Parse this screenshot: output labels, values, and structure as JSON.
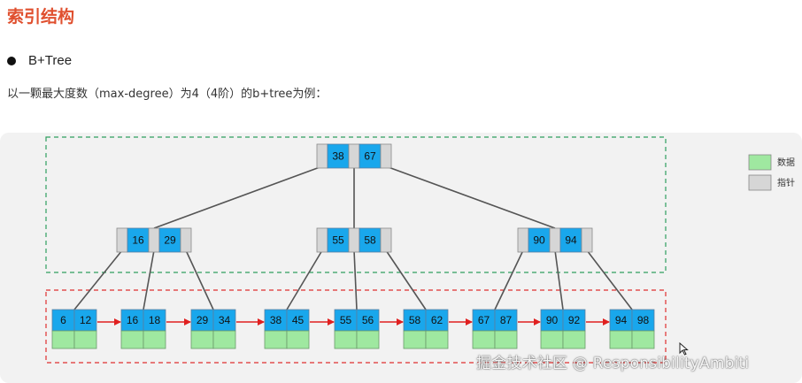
{
  "section_title": "索引结构",
  "bullet_label": "B+Tree",
  "description": "以一颗最大度数（max-degree）为4（4阶）的b+tree为例：",
  "colors": {
    "key_fill": "#19a7ec",
    "pointer_fill": "#d6d6d6",
    "data_fill": "#9fe8a0",
    "inner_border": "#2f9e5f",
    "leaf_border": "#e03030",
    "link_arrow": "#e02020",
    "edge": "#555555"
  },
  "legend": {
    "data_label": "数据",
    "pointer_label": "指针"
  },
  "tree": {
    "root": [
      "38",
      "67"
    ],
    "level2": [
      [
        "16",
        "29"
      ],
      [
        "55",
        "58"
      ],
      [
        "90",
        "94"
      ]
    ],
    "leaves": [
      [
        "6",
        "12"
      ],
      [
        "16",
        "18"
      ],
      [
        "29",
        "34"
      ],
      [
        "38",
        "45"
      ],
      [
        "55",
        "56"
      ],
      [
        "58",
        "62"
      ],
      [
        "67",
        "87"
      ],
      [
        "90",
        "92"
      ],
      [
        "94",
        "98"
      ]
    ]
  },
  "watermark": "掘金技术社区 @ ResponsibilityAmbiti"
}
